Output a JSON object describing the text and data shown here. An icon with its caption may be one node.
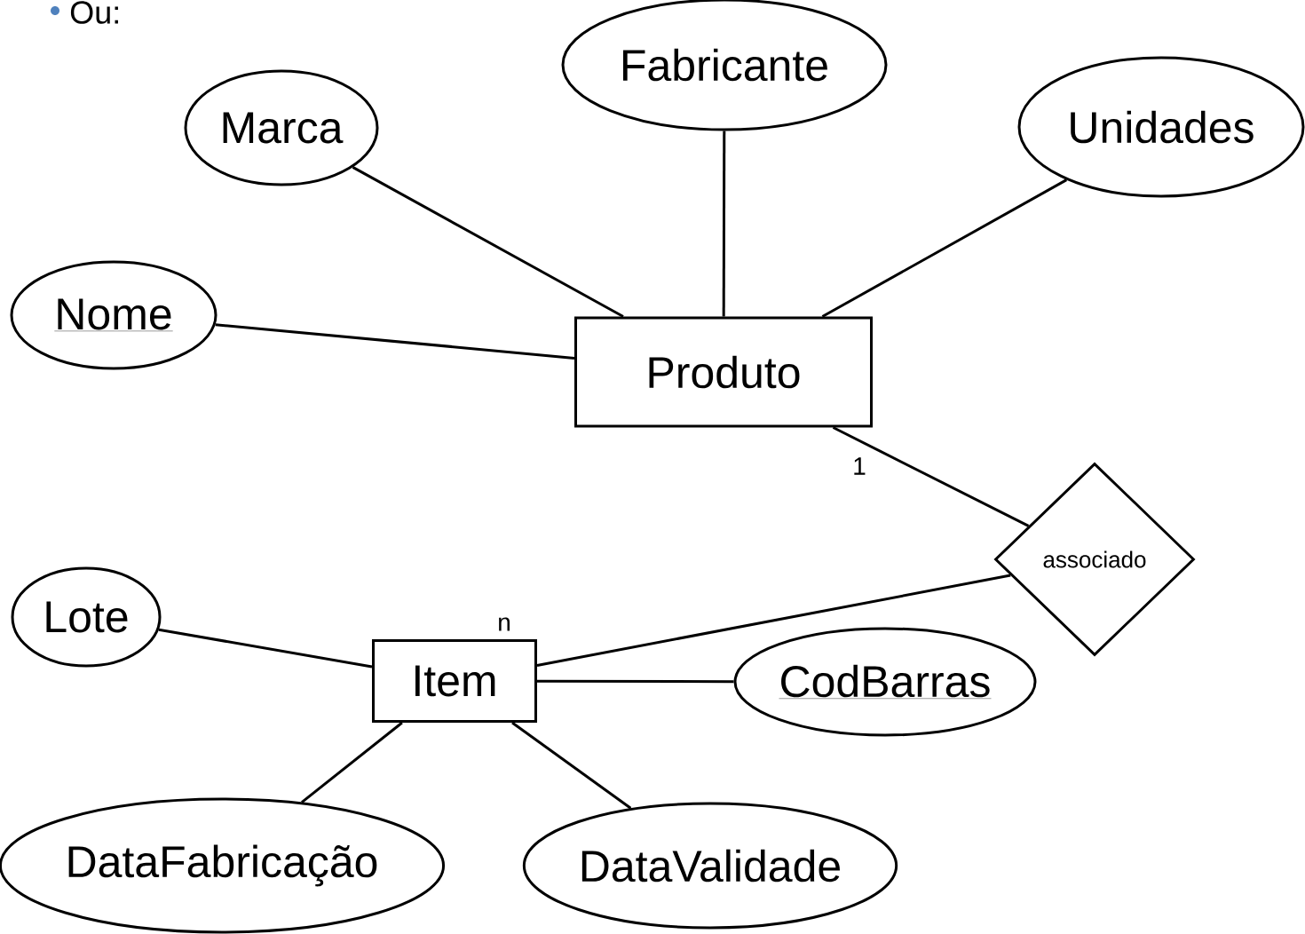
{
  "diagram": {
    "nodes": [
      {
        "text": [
          "Fabricante"
        ]
      },
      {
        "text": [
          "Marca"
        ]
      },
      {
        "text": [
          "Unidades"
        ]
      },
      {
        "text": [
          "Nome"
        ]
      },
      {
        "text": [
          "Produto"
        ]
      },
      {
        "text": [
          "associado"
        ]
      },
      {
        "text": [
          "Lote"
        ]
      },
      {
        "text": [
          "Item"
        ]
      },
      {
        "text": [
          "CodBarras"
        ]
      },
      {
        "text": [
          "DataFabricação"
        ]
      },
      {
        "text": [
          "DataValidade"
        ]
      }
    ],
    "edges": [
      {
        "from": 0,
        "to": 4,
        "arrow": "none"
      },
      {
        "from": 1,
        "to": 4,
        "arrow": "none"
      },
      {
        "from": 2,
        "to": 4,
        "arrow": "none"
      },
      {
        "from": 3,
        "to": 4,
        "arrow": "none"
      },
      {
        "from": 4,
        "to": 5,
        "arrow": "none",
        "label": "1"
      },
      {
        "from": 5,
        "to": 7,
        "arrow": "none",
        "label": "n"
      },
      {
        "from": 6,
        "to": 7,
        "arrow": "none"
      },
      {
        "from": 7,
        "to": 8,
        "arrow": "none"
      },
      {
        "from": 7,
        "to": 9,
        "arrow": "none"
      },
      {
        "from": 7,
        "to": 10,
        "arrow": "none"
      }
    ],
    "labels": [
      "Ou:"
    ]
  }
}
